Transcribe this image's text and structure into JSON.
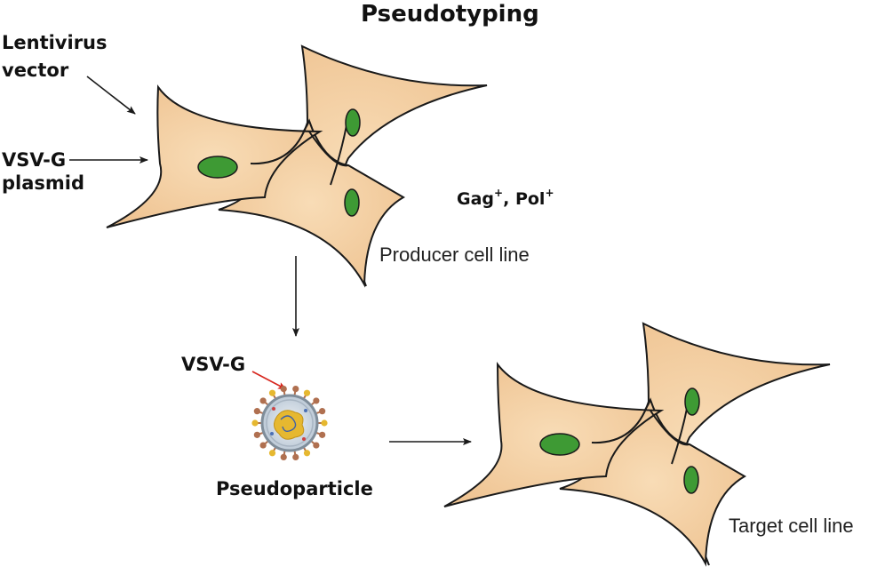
{
  "title": "Pseudotyping",
  "inputs": {
    "lentivirus": [
      "Lentivirus",
      "vector"
    ],
    "plasmid": [
      "VSV-G",
      "plasmid"
    ]
  },
  "producer": {
    "label": "Producer cell line",
    "genes": [
      {
        "name": "Gag",
        "sup": "+"
      },
      {
        "sep": ", "
      },
      {
        "name": "Pol",
        "sup": "+"
      }
    ]
  },
  "particle": {
    "envelope_label": "VSV-G",
    "label": "Pseudoparticle"
  },
  "target": {
    "label": "Target cell line"
  },
  "colors": {
    "cell_fill": "#f4d1a4",
    "cell_stroke": "#1a1a1a",
    "nucleus": "#3e9a34",
    "arrow": "#1a1a1a",
    "vsvg_arrow": "#d7261e",
    "particle_capsid": "#e6b830",
    "particle_spike": "#b07050"
  }
}
